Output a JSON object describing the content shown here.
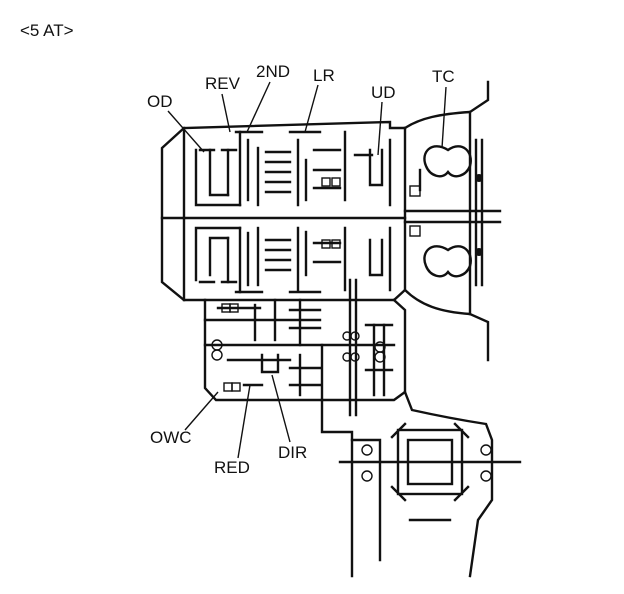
{
  "title": "<5 AT>",
  "labels": {
    "od": "OD",
    "rev": "REV",
    "second": "2ND",
    "lr": "LR",
    "ud": "UD",
    "tc": "TC",
    "owc": "OWC",
    "red": "RED",
    "dir": "DIR"
  }
}
